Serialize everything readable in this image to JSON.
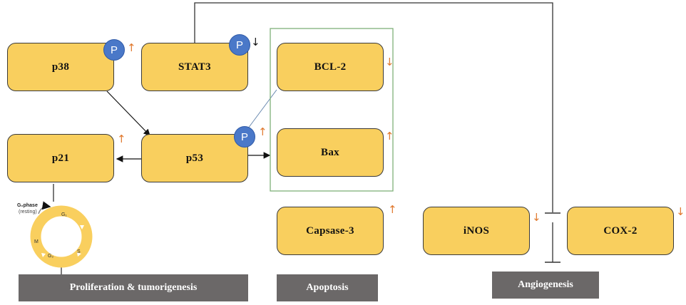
{
  "nodes": {
    "p38": "p38",
    "stat3": "STAT3",
    "bcl2": "BCL-2",
    "p21": "p21",
    "p53": "p53",
    "bax": "Bax",
    "caspase3": "Capsase-3",
    "inos": "iNOS",
    "cox2": "COX-2"
  },
  "phospho_label": "P",
  "regulation": {
    "up": "↑",
    "down": "↓"
  },
  "outcomes": {
    "proliferation": "Proliferation & tumorigenesis",
    "apoptosis": "Apoptosis",
    "angiogenesis": "Angiogenesis"
  },
  "cell_cycle": {
    "g0_phase": "G₀phase",
    "g0_note": "(resting)",
    "g1": "G₁",
    "s": "S",
    "g2": "G₂",
    "m": "M"
  },
  "colors": {
    "node_fill": "#f9cf5e",
    "phospho_badge": "#4a78c8",
    "up_arrow": "#e07a30",
    "outcome_bar": "#6b6868",
    "apoptosis_group_border": "#7fb07a"
  }
}
